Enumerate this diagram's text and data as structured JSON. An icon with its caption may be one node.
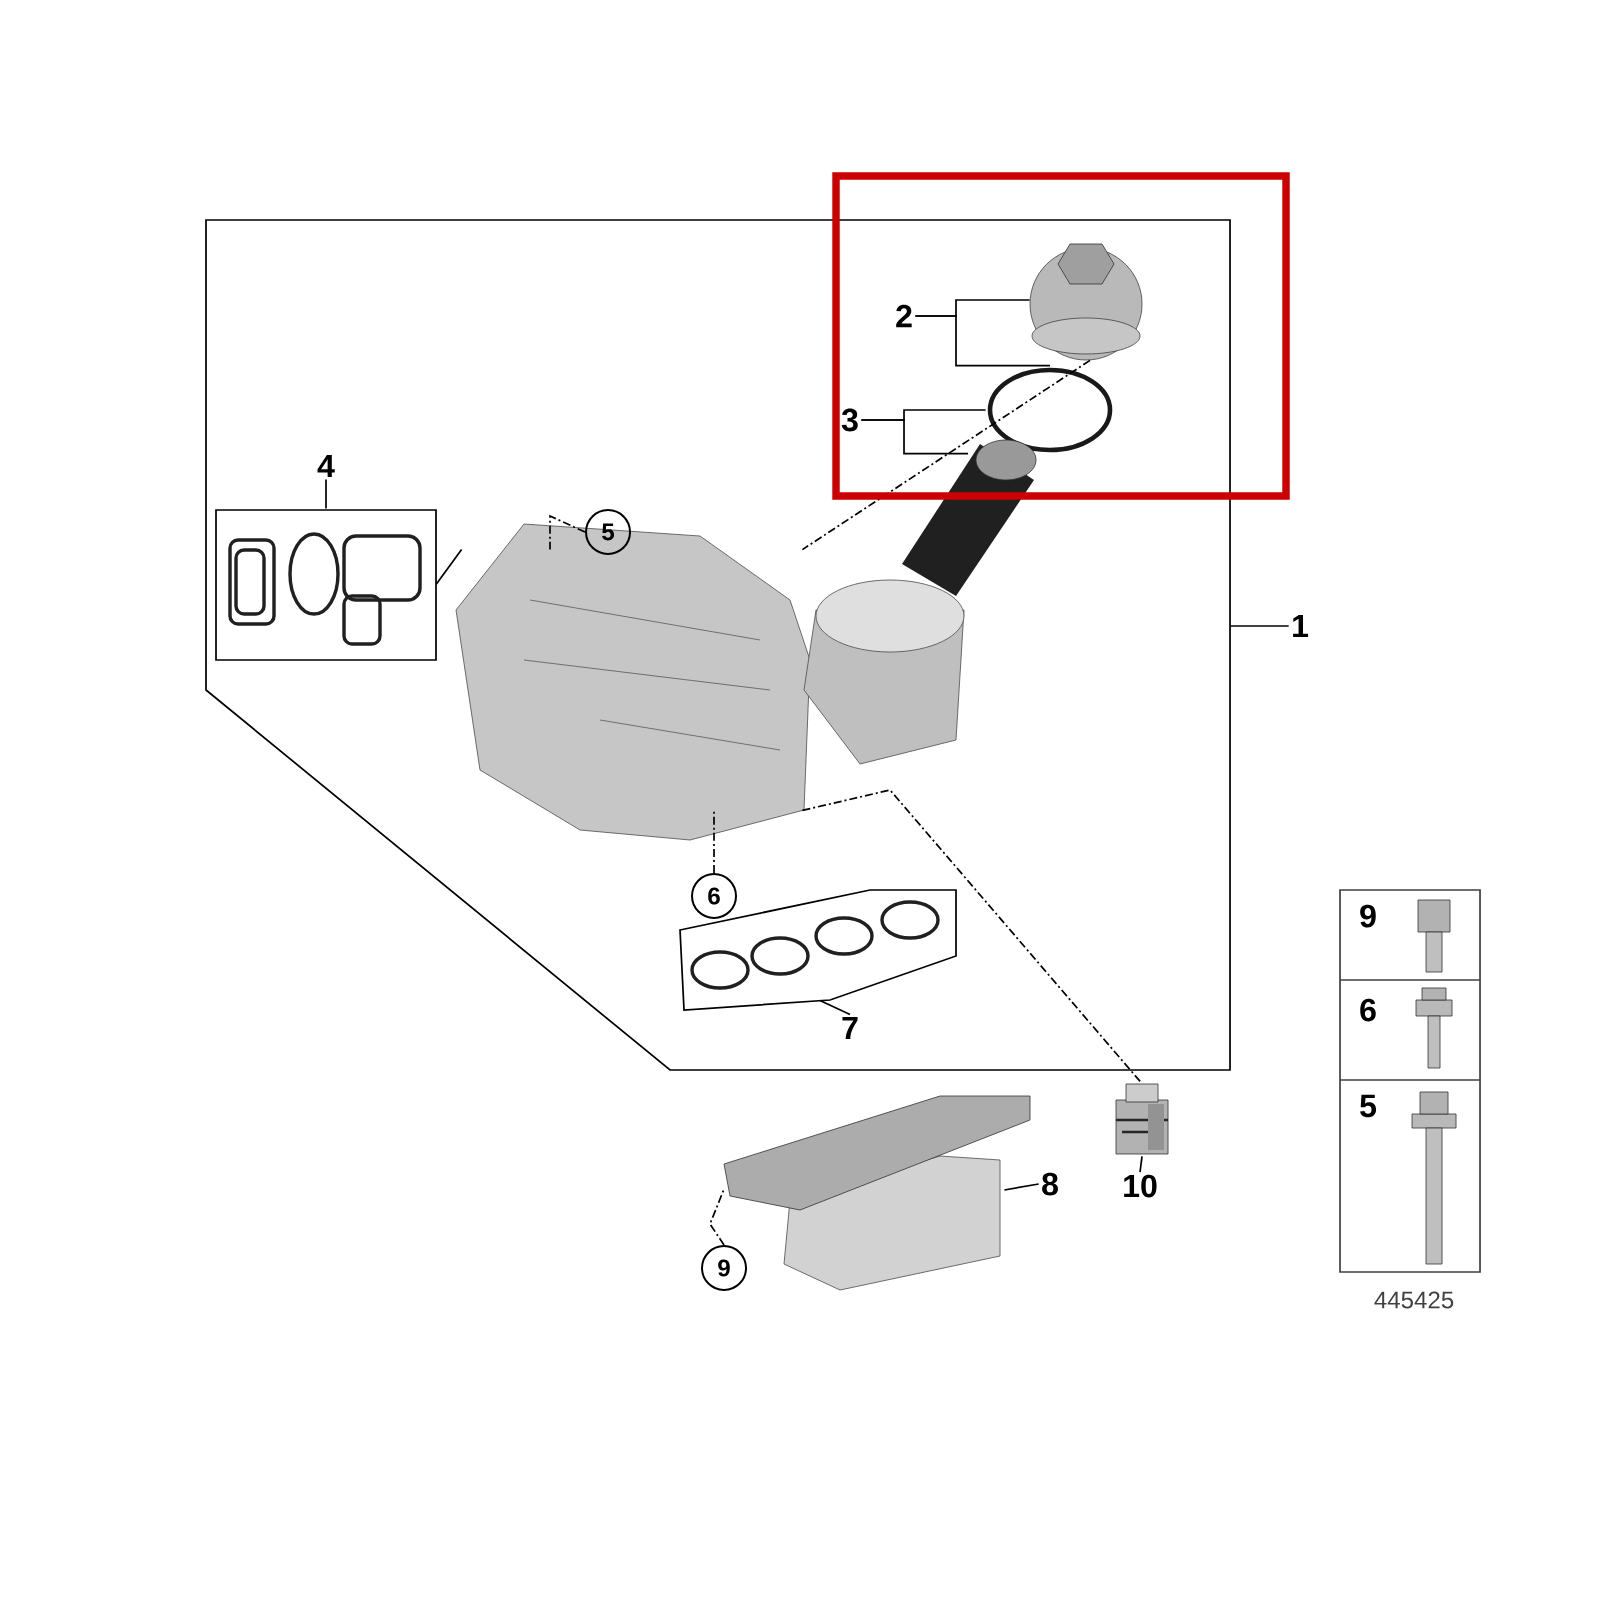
{
  "diagram": {
    "nodes": [
      {
        "text": [],
        "shape": "box"
      },
      {
        "text": [
          "1"
        ]
      },
      {
        "text": [
          "2"
        ],
        "in": 0
      },
      {
        "text": [],
        "shape": "picture",
        "in": 0
      },
      {
        "text": [
          "3"
        ],
        "in": 0
      },
      {
        "text": [],
        "shape": "circle",
        "in": 0
      },
      {
        "text": [],
        "shape": "picture",
        "in": 0
      },
      {
        "text": [
          "4"
        ],
        "in": 0
      },
      {
        "text": [],
        "shape": "box",
        "in": 0
      },
      {
        "text": [],
        "shape": "picture",
        "in": 0
      },
      {
        "text": [
          "5"
        ],
        "in": 0
      },
      {
        "text": [
          "6"
        ],
        "in": 0
      },
      {
        "text": [
          "7"
        ],
        "in": 0
      },
      {
        "text": [],
        "shape": "box",
        "in": 0
      },
      {
        "text": [
          "8"
        ]
      },
      {
        "text": [],
        "shape": "picture"
      },
      {
        "text": [
          "9"
        ]
      },
      {
        "text": [
          "10"
        ]
      },
      {
        "text": [],
        "shape": "picture"
      }
    ],
    "edges": [
      {
        "from": 1,
        "to": 0,
        "arrow": "none"
      },
      {
        "from": 2,
        "to": 3,
        "arrow": "none"
      },
      {
        "from": 2,
        "to": 5,
        "arrow": "none"
      },
      {
        "from": 4,
        "to": 5,
        "arrow": "none"
      },
      {
        "from": 4,
        "to": 6,
        "arrow": "none"
      },
      {
        "from": 7,
        "to": 8,
        "arrow": "none"
      },
      {
        "from": 8,
        "to": 9,
        "arrow": "none"
      },
      {
        "from": 10,
        "to": 9,
        "arrow": "none",
        "style": "dashed"
      },
      {
        "from": 11,
        "to": 9,
        "arrow": "none",
        "style": "dashed"
      },
      {
        "from": 12,
        "to": 13,
        "arrow": "none"
      },
      {
        "from": 9,
        "to": 18,
        "arrow": "none",
        "style": "dashed"
      },
      {
        "from": 14,
        "to": 15,
        "arrow": "none"
      },
      {
        "from": 16,
        "to": 15,
        "arrow": "none",
        "style": "dashed"
      },
      {
        "from": 17,
        "to": 18,
        "arrow": "none"
      },
      {
        "from": 3,
        "to": 9,
        "arrow": "none",
        "style": "dashed"
      }
    ],
    "labels": [
      "9",
      "6",
      "5",
      "445425"
    ]
  }
}
